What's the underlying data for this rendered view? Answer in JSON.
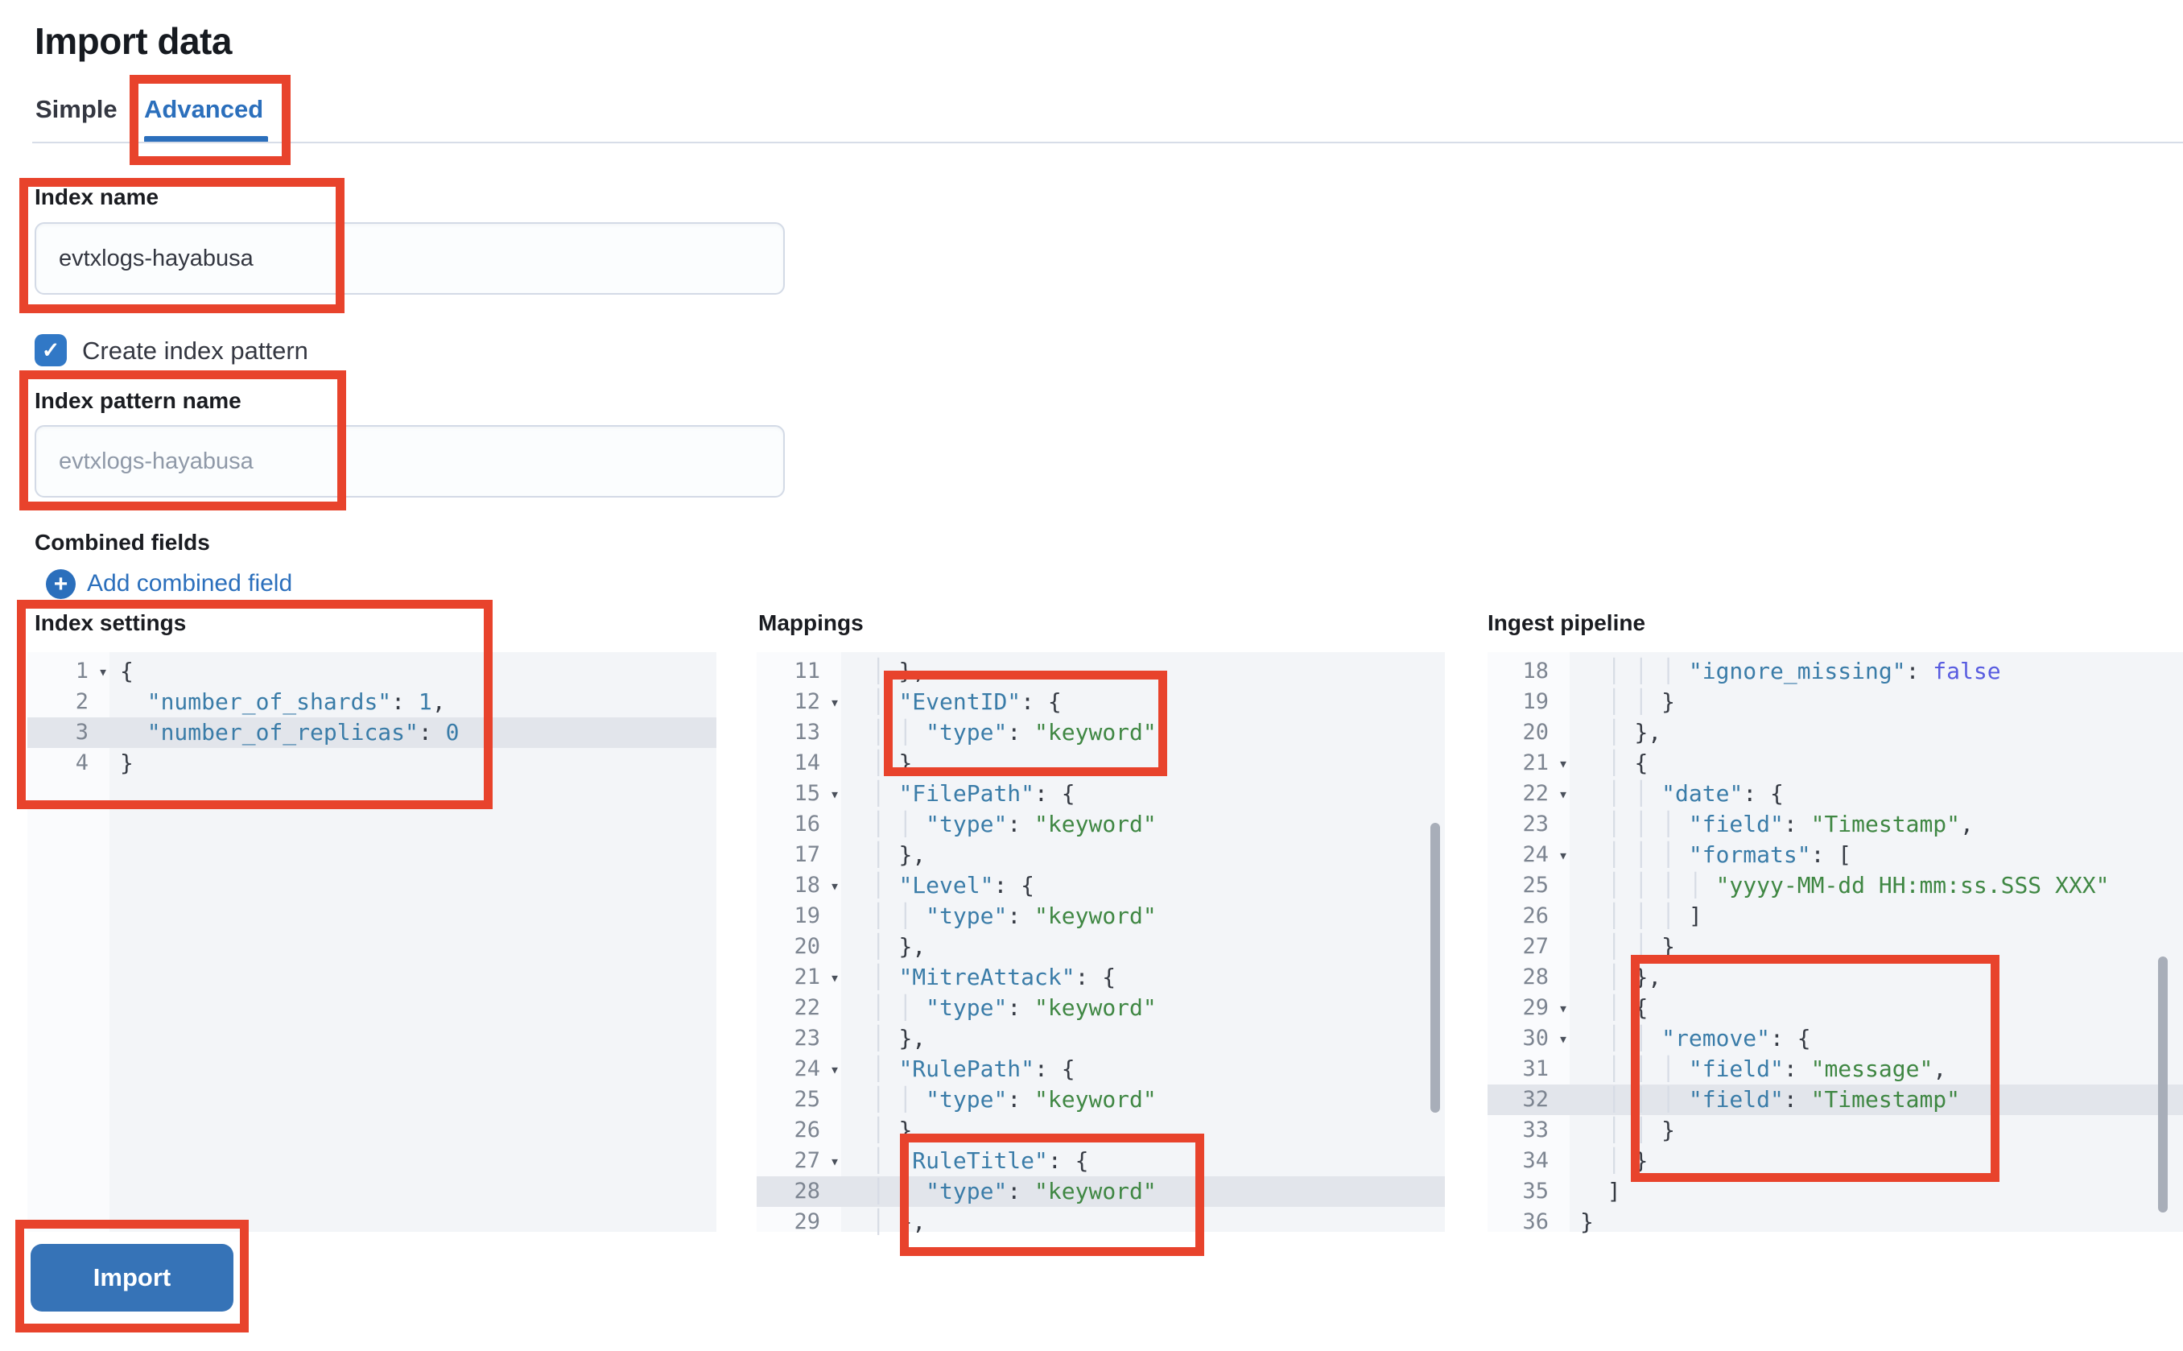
{
  "page": {
    "title": "Import data"
  },
  "tabs": {
    "simple": "Simple",
    "advanced": "Advanced"
  },
  "form": {
    "index_name": {
      "label": "Index name",
      "value": "evtxlogs-hayabusa"
    },
    "create_index_pattern": {
      "label": "Create index pattern",
      "checked": true,
      "check_glyph": "✓"
    },
    "index_pattern_name": {
      "label": "Index pattern name",
      "placeholder": "evtxlogs-hayabusa"
    },
    "combined_fields": {
      "label": "Combined fields",
      "add_link": "Add combined field",
      "plus_glyph": "+"
    }
  },
  "actions": {
    "import_label": "Import"
  },
  "colors": {
    "accent_blue": "#2b6fbc",
    "button_blue": "#3673b7",
    "annotation_red": "#e8432c",
    "active_line": "#e2e5eb",
    "tokens": {
      "p": "#363b44",
      "k": "#3a7ca8",
      "s": "#3f8743",
      "b": "#585ce0",
      "n": "#3a7ca8",
      "g": "#d7dce5"
    }
  },
  "editors": {
    "settings": {
      "label": "Index settings",
      "lines": [
        {
          "n": 1,
          "fold": 1,
          "ind": 0,
          "toks": [
            [
              "p",
              "{"
            ]
          ]
        },
        {
          "n": 2,
          "ind": 1,
          "toks": [
            [
              "k",
              "\"number_of_shards\""
            ],
            [
              "p",
              ": "
            ],
            [
              "n",
              "1"
            ],
            [
              "p",
              ","
            ]
          ]
        },
        {
          "n": 3,
          "hl": 1,
          "ind": 1,
          "toks": [
            [
              "k",
              "\"number_of_replicas\""
            ],
            [
              "p",
              ": "
            ],
            [
              "n",
              "0"
            ]
          ]
        },
        {
          "n": 4,
          "ind": 0,
          "toks": [
            [
              "p",
              "}"
            ]
          ]
        }
      ]
    },
    "mappings": {
      "label": "Mappings",
      "lines": [
        {
          "n": 11,
          "ind": 2,
          "toks": [
            [
              "p",
              "},"
            ]
          ]
        },
        {
          "n": 12,
          "fold": 1,
          "ind": 2,
          "toks": [
            [
              "k",
              "\"EventID\""
            ],
            [
              "p",
              ": {"
            ]
          ]
        },
        {
          "n": 13,
          "ind": 3,
          "toks": [
            [
              "k",
              "\"type\""
            ],
            [
              "p",
              ": "
            ],
            [
              "s",
              "\"keyword\""
            ]
          ]
        },
        {
          "n": 14,
          "ind": 2,
          "toks": [
            [
              "p",
              "},"
            ]
          ]
        },
        {
          "n": 15,
          "fold": 1,
          "ind": 2,
          "toks": [
            [
              "k",
              "\"FilePath\""
            ],
            [
              "p",
              ": {"
            ]
          ]
        },
        {
          "n": 16,
          "ind": 3,
          "toks": [
            [
              "k",
              "\"type\""
            ],
            [
              "p",
              ": "
            ],
            [
              "s",
              "\"keyword\""
            ]
          ]
        },
        {
          "n": 17,
          "ind": 2,
          "toks": [
            [
              "p",
              "},"
            ]
          ]
        },
        {
          "n": 18,
          "fold": 1,
          "ind": 2,
          "toks": [
            [
              "k",
              "\"Level\""
            ],
            [
              "p",
              ": {"
            ]
          ]
        },
        {
          "n": 19,
          "ind": 3,
          "toks": [
            [
              "k",
              "\"type\""
            ],
            [
              "p",
              ": "
            ],
            [
              "s",
              "\"keyword\""
            ]
          ]
        },
        {
          "n": 20,
          "ind": 2,
          "toks": [
            [
              "p",
              "},"
            ]
          ]
        },
        {
          "n": 21,
          "fold": 1,
          "ind": 2,
          "toks": [
            [
              "k",
              "\"MitreAttack\""
            ],
            [
              "p",
              ": {"
            ]
          ]
        },
        {
          "n": 22,
          "ind": 3,
          "toks": [
            [
              "k",
              "\"type\""
            ],
            [
              "p",
              ": "
            ],
            [
              "s",
              "\"keyword\""
            ]
          ]
        },
        {
          "n": 23,
          "ind": 2,
          "toks": [
            [
              "p",
              "},"
            ]
          ]
        },
        {
          "n": 24,
          "fold": 1,
          "ind": 2,
          "toks": [
            [
              "k",
              "\"RulePath\""
            ],
            [
              "p",
              ": {"
            ]
          ]
        },
        {
          "n": 25,
          "ind": 3,
          "toks": [
            [
              "k",
              "\"type\""
            ],
            [
              "p",
              ": "
            ],
            [
              "s",
              "\"keyword\""
            ]
          ]
        },
        {
          "n": 26,
          "ind": 2,
          "toks": [
            [
              "p",
              "},"
            ]
          ]
        },
        {
          "n": 27,
          "fold": 1,
          "ind": 2,
          "toks": [
            [
              "k",
              "\"RuleTitle\""
            ],
            [
              "p",
              ": {"
            ]
          ]
        },
        {
          "n": 28,
          "hl": 1,
          "ind": 3,
          "toks": [
            [
              "k",
              "\"type\""
            ],
            [
              "p",
              ": "
            ],
            [
              "s",
              "\"keyword\""
            ]
          ]
        },
        {
          "n": 29,
          "ind": 2,
          "toks": [
            [
              "p",
              "},"
            ]
          ]
        }
      ]
    },
    "ingest": {
      "label": "Ingest pipeline",
      "lines": [
        {
          "n": 18,
          "ind": 4,
          "toks": [
            [
              "k",
              "\"ignore_missing\""
            ],
            [
              "p",
              ": "
            ],
            [
              "b",
              "false"
            ]
          ]
        },
        {
          "n": 19,
          "ind": 3,
          "toks": [
            [
              "p",
              "}"
            ]
          ]
        },
        {
          "n": 20,
          "ind": 2,
          "toks": [
            [
              "p",
              "},"
            ]
          ]
        },
        {
          "n": 21,
          "fold": 1,
          "ind": 2,
          "toks": [
            [
              "p",
              "{"
            ]
          ]
        },
        {
          "n": 22,
          "fold": 1,
          "ind": 3,
          "toks": [
            [
              "k",
              "\"date\""
            ],
            [
              "p",
              ": {"
            ]
          ]
        },
        {
          "n": 23,
          "ind": 4,
          "toks": [
            [
              "k",
              "\"field\""
            ],
            [
              "p",
              ": "
            ],
            [
              "s",
              "\"Timestamp\""
            ],
            [
              "p",
              ","
            ]
          ]
        },
        {
          "n": 24,
          "fold": 1,
          "ind": 4,
          "toks": [
            [
              "k",
              "\"formats\""
            ],
            [
              "p",
              ": ["
            ]
          ]
        },
        {
          "n": 25,
          "ind": 5,
          "toks": [
            [
              "s",
              "\"yyyy-MM-dd HH:mm:ss.SSS XXX\""
            ]
          ]
        },
        {
          "n": 26,
          "ind": 4,
          "toks": [
            [
              "p",
              "]"
            ]
          ]
        },
        {
          "n": 27,
          "ind": 3,
          "toks": [
            [
              "p",
              "}"
            ]
          ]
        },
        {
          "n": 28,
          "ind": 2,
          "toks": [
            [
              "p",
              "},"
            ]
          ]
        },
        {
          "n": 29,
          "fold": 1,
          "ind": 2,
          "toks": [
            [
              "p",
              "{"
            ]
          ]
        },
        {
          "n": 30,
          "fold": 1,
          "ind": 3,
          "toks": [
            [
              "k",
              "\"remove\""
            ],
            [
              "p",
              ": {"
            ]
          ]
        },
        {
          "n": 31,
          "ind": 4,
          "toks": [
            [
              "k",
              "\"field\""
            ],
            [
              "p",
              ": "
            ],
            [
              "s",
              "\"message\""
            ],
            [
              "p",
              ","
            ]
          ]
        },
        {
          "n": 32,
          "hl": 1,
          "ind": 4,
          "toks": [
            [
              "k",
              "\"field\""
            ],
            [
              "p",
              ": "
            ],
            [
              "s",
              "\"Timestamp\""
            ]
          ]
        },
        {
          "n": 33,
          "ind": 3,
          "toks": [
            [
              "p",
              "}"
            ]
          ]
        },
        {
          "n": 34,
          "ind": 2,
          "toks": [
            [
              "p",
              "}"
            ]
          ]
        },
        {
          "n": 35,
          "ind": 1,
          "toks": [
            [
              "p",
              "]"
            ]
          ]
        },
        {
          "n": 36,
          "ind": 0,
          "toks": [
            [
              "p",
              "}"
            ]
          ]
        }
      ]
    }
  }
}
